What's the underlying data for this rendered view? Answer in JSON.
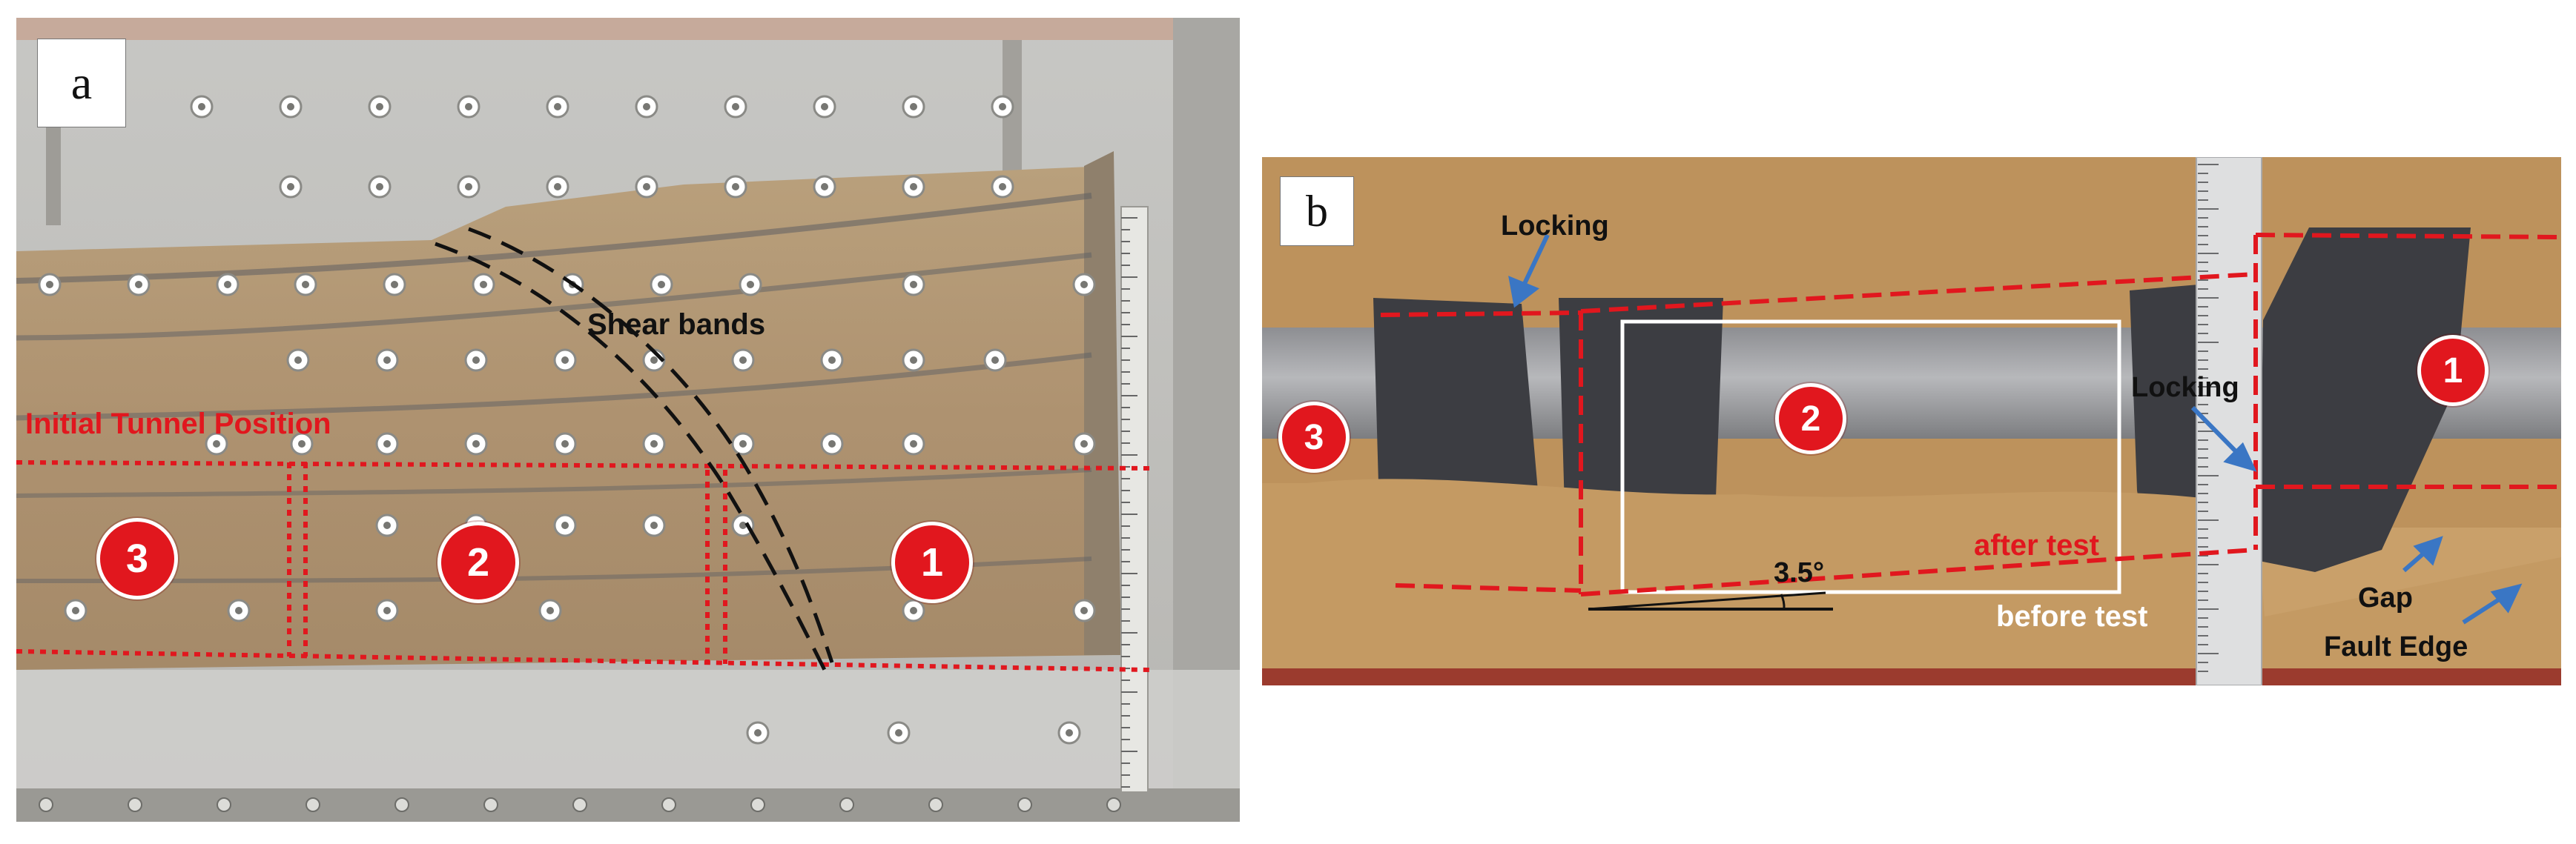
{
  "panel_a": {
    "letter": "a",
    "labels": {
      "shear_bands": "Shear bands",
      "initial_tunnel_position": "Initial Tunnel Position"
    },
    "segments": [
      "3",
      "2",
      "1"
    ]
  },
  "panel_b": {
    "letter": "b",
    "labels": {
      "locking_top": "Locking",
      "locking_right": "Locking",
      "angle": "3.5°",
      "after_test": "after test",
      "before_test": "before test",
      "gap": "Gap",
      "fault_edge": "Fault Edge"
    },
    "segments": [
      "3",
      "2",
      "1"
    ]
  },
  "colors": {
    "annotation_red": "#e1171e",
    "arrow_blue": "#3a76c4"
  }
}
